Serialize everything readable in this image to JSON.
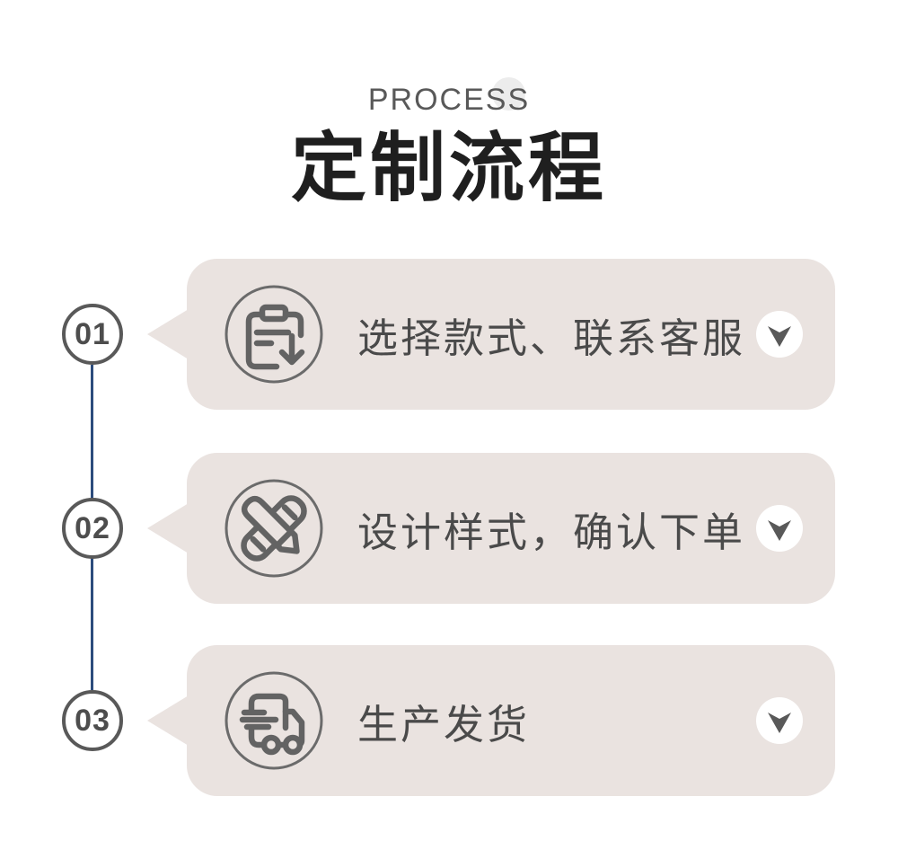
{
  "header": {
    "eyebrow": "PROCESS",
    "title": "定制流程"
  },
  "steps": [
    {
      "number": "01",
      "label": "选择款式、联系客服",
      "icon": "clipboard-order-icon"
    },
    {
      "number": "02",
      "label": "设计样式，确认下单",
      "icon": "design-pencil-icon"
    },
    {
      "number": "03",
      "label": "生产发货",
      "icon": "delivery-truck-icon"
    }
  ],
  "colors": {
    "card_background": "#eae3e0",
    "timeline_line": "#2c4c7c",
    "icon_stroke": "#636363",
    "title_text": "#1f1f1f",
    "label_text": "#4a4a4a",
    "eyebrow_text": "#595959",
    "eyebrow_dot": "#ececec",
    "chevron": "#595959"
  }
}
